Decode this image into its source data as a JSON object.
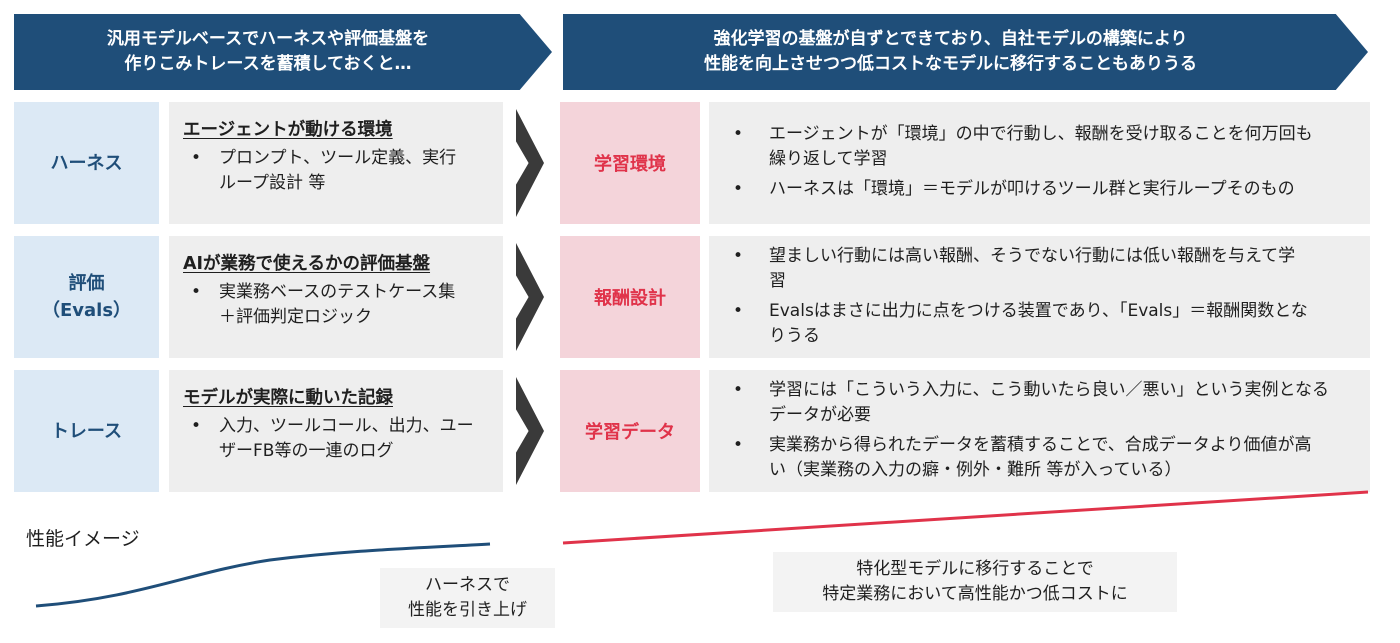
{
  "header": {
    "left": [
      "汎用モデルベースでハーネスや評価基盤を",
      "作りこみトレースを蓄積しておくと…"
    ],
    "right": [
      "強化学習の基盤が自ずとできており、自社モデルの構築により",
      "性能を向上させつつ低コストなモデルに移行することもありうる"
    ]
  },
  "rows": [
    {
      "category": [
        "ハーネス"
      ],
      "title": "エージェントが動ける環境",
      "bullets": [
        [
          "プロンプト、ツール定義、実行",
          "ループ設計 等"
        ]
      ],
      "learning": "学習環境",
      "learning_bullets": [
        [
          "エージェントが「環境」の中で行動し、報酬を受け取ることを何万回も",
          "繰り返して学習"
        ],
        [
          "ハーネスは「環境」＝モデルが叩けるツール群と実行ループそのもの"
        ]
      ]
    },
    {
      "category": [
        "評価",
        "（Evals）"
      ],
      "title": "AIが業務で使えるかの評価基盤",
      "bullets": [
        [
          "実業務ベースのテストケース集",
          "＋評価判定ロジック"
        ]
      ],
      "learning": "報酬設計",
      "learning_bullets": [
        [
          "望ましい行動には高い報酬、そうでない行動には低い報酬を与えて学",
          "習"
        ],
        [
          "Evalsはまさに出力に点をつける装置であり、「Evals」＝報酬関数とな",
          "りうる"
        ]
      ]
    },
    {
      "category": [
        "トレース"
      ],
      "title": "モデルが実際に動いた記録",
      "bullets": [
        [
          "入力、ツールコール、出力、ユー",
          "ザーFB等の一連のログ"
        ]
      ],
      "learning": "学習データ",
      "learning_bullets": [
        [
          "学習には「こういう入力に、こう動いたら良い／悪い」という実例となる",
          "データが必要"
        ],
        [
          "実業務から得られたデータを蓄積することで、合成データより価値が高",
          "い（実業務の入力の癖・例外・難所 等が入っている）"
        ]
      ]
    }
  ],
  "bullet_char": "•",
  "performance": {
    "label": "性能イメージ",
    "note_left": [
      "ハーネスで",
      "性能を引き上げ"
    ],
    "note_right": [
      "特化型モデルに移行することで",
      "特定業務において高性能かつ低コストに"
    ]
  },
  "colors": {
    "navy": "#1f4e79",
    "light_blue": "#dce9f5",
    "pink": "#f4d4da",
    "red": "#e0334a",
    "gray_box": "#eeeeee"
  }
}
